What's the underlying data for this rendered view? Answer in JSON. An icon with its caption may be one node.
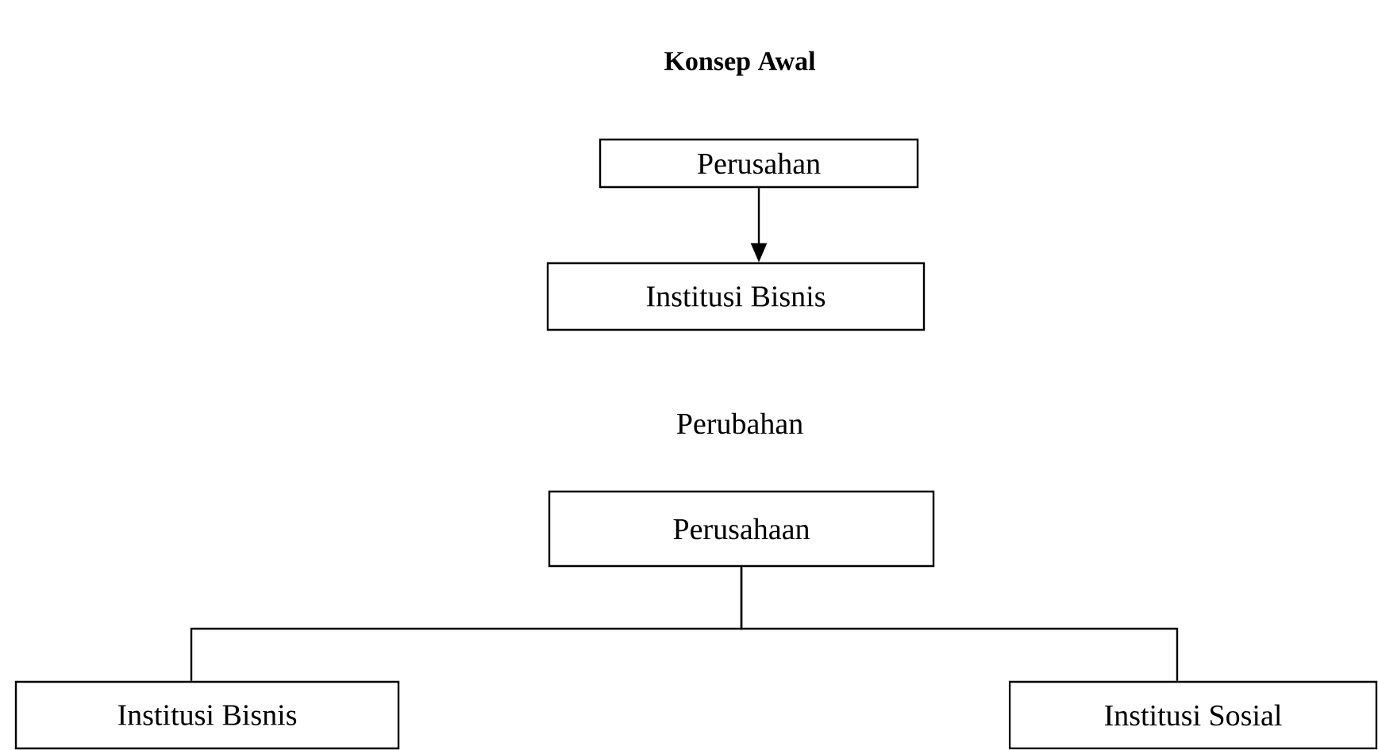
{
  "diagram": {
    "title": "Konsep Awal",
    "nodes": [
      {
        "text": [
          "Perusahan"
        ]
      },
      {
        "text": [
          "Institusi Bisnis"
        ]
      },
      {
        "text": [
          "Perusahaan"
        ]
      },
      {
        "text": [
          "Institusi Bisnis"
        ]
      },
      {
        "text": [
          "Institusi Sosial"
        ]
      }
    ],
    "edges": [
      {
        "from": 0,
        "to": 1,
        "arrow": "to"
      },
      {
        "from": 2,
        "to": 3,
        "arrow": "none"
      },
      {
        "from": 2,
        "to": 4,
        "arrow": "none"
      }
    ],
    "labels": [
      "Perubahan"
    ]
  }
}
